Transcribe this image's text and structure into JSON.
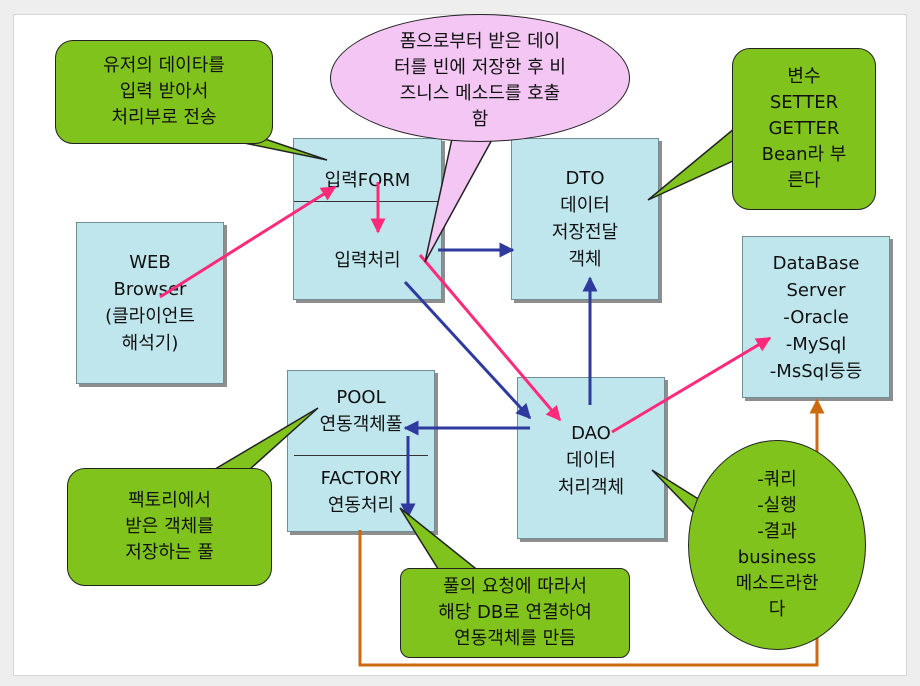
{
  "colors": {
    "box_fill": "#bfe6ec",
    "callout_green": "#7fc31c",
    "callout_pink": "#f4c6f4",
    "arrow_pink": "#ff2b7a",
    "arrow_blue": "#2e3a9e",
    "line_orange": "#cc6a10"
  },
  "boxes": {
    "web": {
      "text": "WEB\nBrowser\n(클라이언트\n해석기)"
    },
    "form": {
      "top": "입력FORM",
      "bottom": "입력처리"
    },
    "dto": {
      "text": "DTO\n데이터\n저장전달\n객체"
    },
    "db": {
      "text": "DataBase\nServer\n-Oracle\n-MySql\n-MsSql등등"
    },
    "pool": {
      "top": "POOL\n연동객체풀",
      "bottom": "FACTORY\n연동처리"
    },
    "dao": {
      "text": "DAO\n데이터\n처리객체"
    }
  },
  "callouts": {
    "user_data": "유저의 데이타를\n입력 받아서\n처리부로 전송",
    "form_bean": "폼으로부터 받은 데이\n터를 빈에 저장한 후 비\n즈니스 메소드를 호출\n함",
    "bean": "변수\nSETTER\nGETTER\nBean라 부\n른다",
    "factory_pool": "팩토리에서\n받은 객체를\n저장하는 풀",
    "pool_request": "풀의 요청에 따라서\n해당 DB로 연결하여\n연동객체를 만듬",
    "business": "-쿼리\n-실행\n-결과\nbusiness\n메소드라한\n다"
  }
}
